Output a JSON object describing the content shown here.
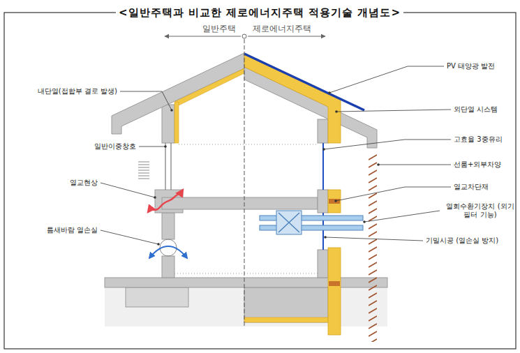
{
  "diagram": {
    "title": "<일반주택과 비교한 제로에너지주택 적용기술 개념도>",
    "labels": [
      "일반주택",
      "제로에너지주택",
      "내단열(접합부 결로 발생)",
      "일반이중창호",
      "열교현상",
      "틈새바람 열손실",
      "PV 태양광 발전",
      "외단열 시스템",
      "고효율 3중유리",
      "선룸+외부차양",
      "열교차단재",
      "열회수환기장치 (외기 필터 기능)",
      "기밀시공 (열손실 방지)"
    ]
  }
}
